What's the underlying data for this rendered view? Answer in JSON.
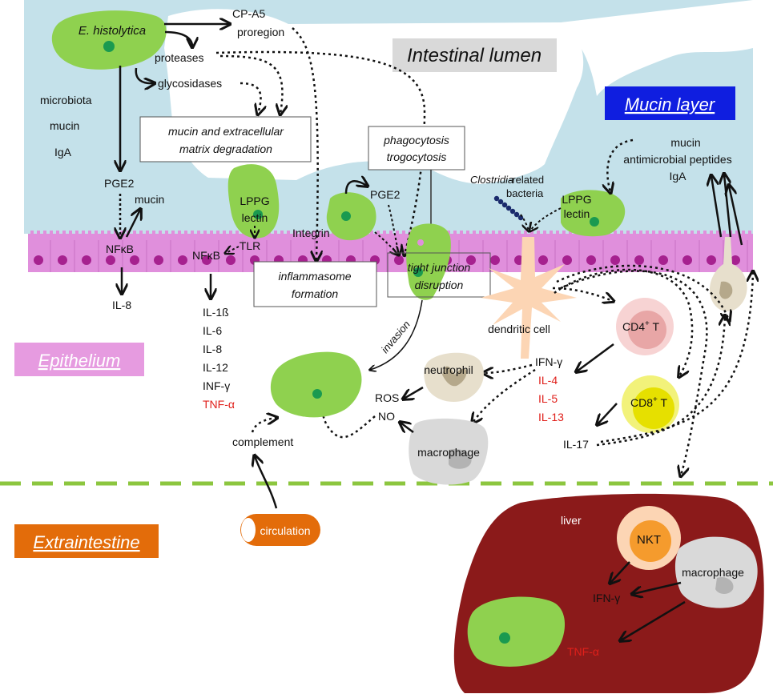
{
  "regions": {
    "lumen": "Intestinal lumen",
    "mucin_layer": "Mucin layer",
    "epithelium": "Epithelium",
    "extraintestine": "Extraintestine"
  },
  "colors": {
    "lumen_bg": "#c4e1ea",
    "epithelium": "#e08fdc",
    "epithelium_nucleus": "#a6218f",
    "amoeba": "#8fd14f",
    "amoeba_nucleus": "#1a9a50",
    "liver": "#8b1a1a",
    "mucin_box": "#0f1ee0",
    "epithelium_box": "#e69be0",
    "extraintestine_box": "#e36c0a",
    "lumen_box": "#d9d9d9",
    "dashed_line": "#8cc63f",
    "red_text": "#e0201b"
  },
  "lumen_labels": {
    "organism": "E. histolytica",
    "cp_a5": "CP-A5",
    "proregion": "proregion",
    "proteases": "proteases",
    "glycosidases": "glycosidases",
    "microbiota": "microbiota",
    "mucin": "mucin",
    "iga": "IgA",
    "pge2_left": "PGE2",
    "mucin_small": "mucin",
    "nfkb_left": "NFκB",
    "il8_left": "IL-8"
  },
  "boxes": {
    "degradation_1": "mucin and extracellular",
    "degradation_2": "matrix degradation",
    "phago_1": "phagocytosis",
    "phago_2": "trogocytosis",
    "inflammasome_1": "inflammasome",
    "inflammasome_2": "formation",
    "tj_1": "tight junction",
    "tj_2": "disruption"
  },
  "epithelium_labels": {
    "lppg_left_1": "LPPG",
    "lppg_left_2": "lectin",
    "tlr": "TLR",
    "nfkb_mid": "NFκB",
    "integrin": "Integrin",
    "pge2_mid": "PGE2",
    "clostridia_1": "Clostridia",
    "clostridia_1b": "-related",
    "clostridia_2": "bacteria",
    "lppg_right_1": "LPPG",
    "lppg_right_2": "lectin",
    "mucin_right": "mucin",
    "amp": "antimicrobial peptides",
    "iga_right": "IgA"
  },
  "cytokines_left": [
    "IL-1ß",
    "IL-6",
    "IL-8",
    "IL-12",
    "INF-γ"
  ],
  "cytokine_left_red": "TNF-α",
  "immune": {
    "invasion": "invasion",
    "dendritic": "dendritic cell",
    "cd4": "CD4",
    "cd4_sup": "+",
    "cd4_t": " T",
    "cd8": "CD8",
    "cd8_sup": "+",
    "cd8_t": " T",
    "ifn": "IFN-γ",
    "il4": "IL-4",
    "il5": "IL-5",
    "il13": "IL-13",
    "il17": "IL-17",
    "neutrophil": "neutrophil",
    "ros": "ROS",
    "no": "NO",
    "macrophage": "macrophage",
    "complement": "complement",
    "circulation": "circulation"
  },
  "liver": {
    "label": "liver",
    "nkt": "NKT",
    "macrophage": "macrophage",
    "ifn": "IFN-γ",
    "tnf": "TNF-α"
  }
}
